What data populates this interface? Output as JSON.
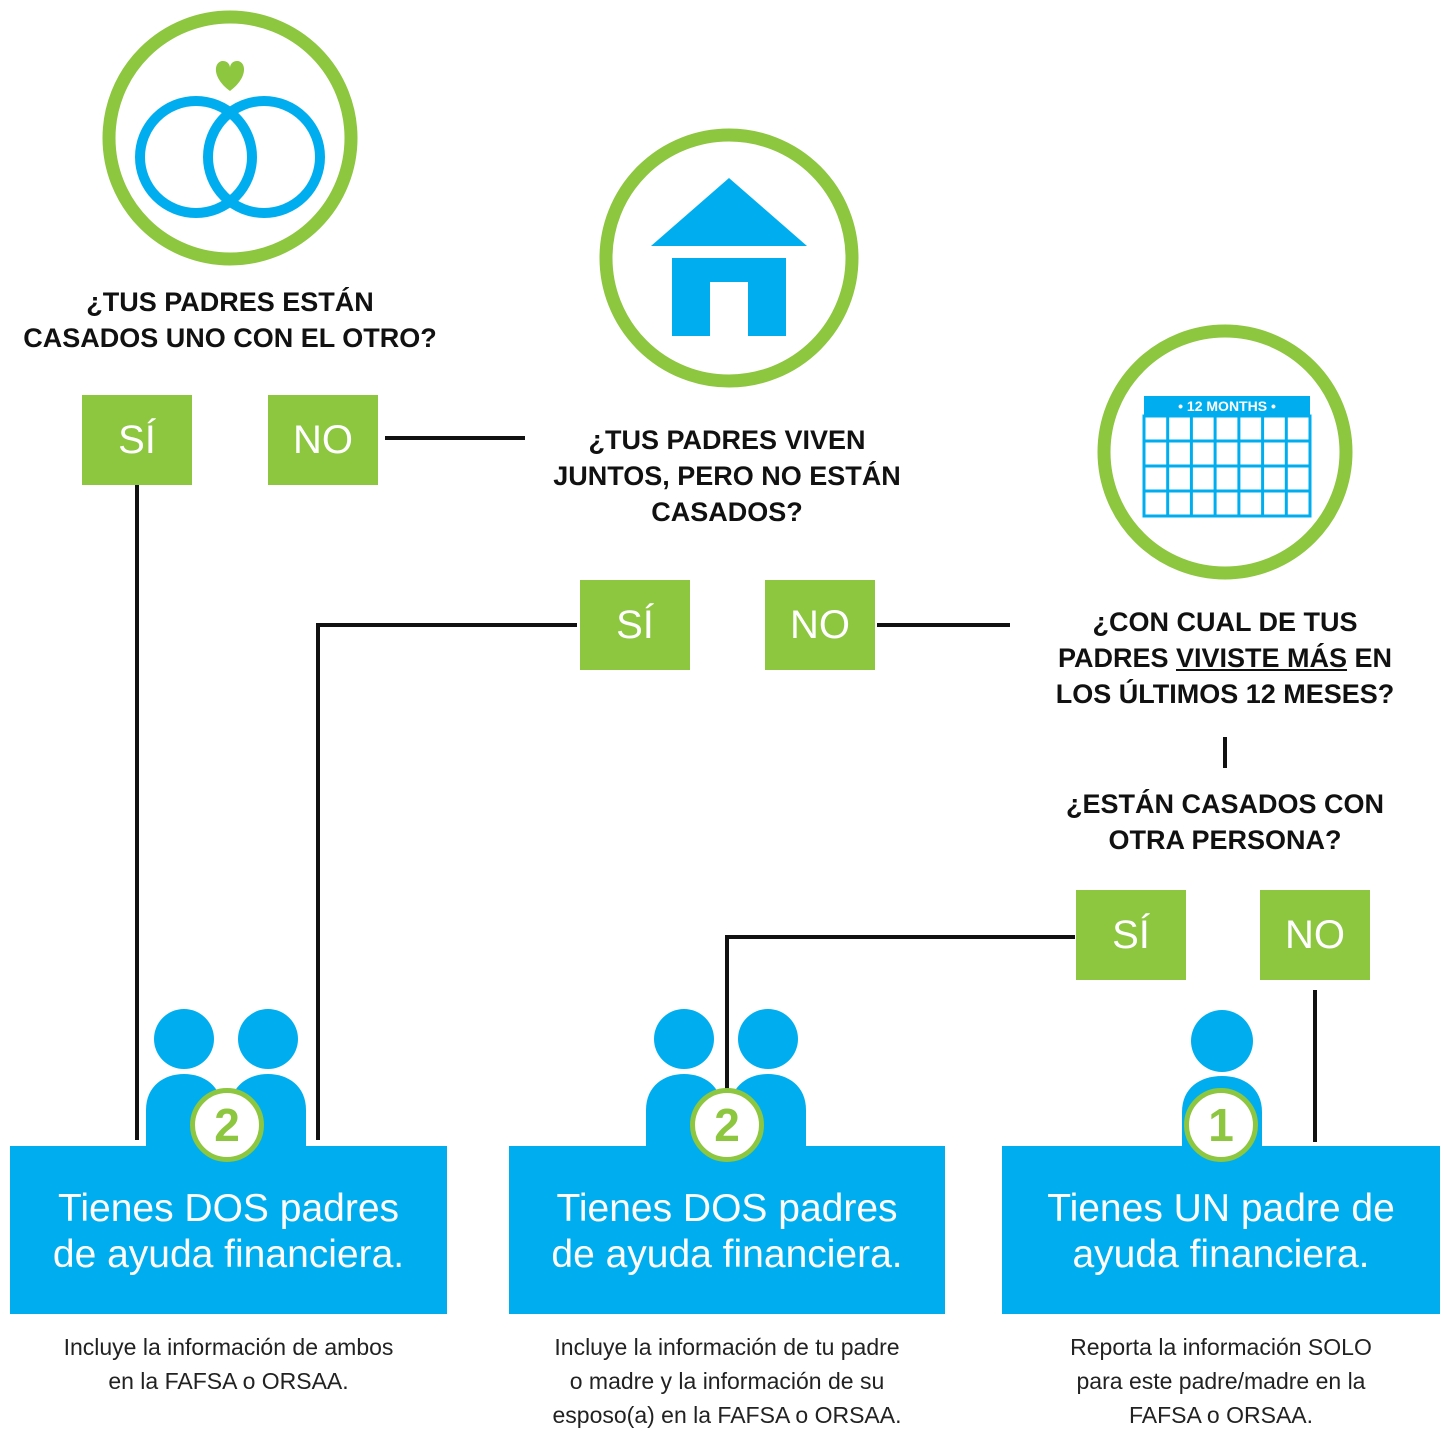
{
  "colors": {
    "green": "#8dc63f",
    "blue": "#00aeef",
    "text": "#111111",
    "white": "#ffffff"
  },
  "icons": [
    "wedding-rings-icon",
    "house-icon",
    "calendar-icon",
    "two-people-icon",
    "one-person-icon"
  ],
  "calendar_label": "• 12 MONTHS •",
  "q1": {
    "line1": "¿TUS PADRES ESTÁN",
    "line2": "CASADOS UNO CON EL OTRO?"
  },
  "q1_yes": "SÍ",
  "q1_no": "NO",
  "q2": {
    "line1": "¿TUS PADRES VIVEN",
    "line2": "JUNTOS, PERO NO ESTÁN",
    "line3": "CASADOS?"
  },
  "q2_yes": "SÍ",
  "q2_no": "NO",
  "q3": {
    "line1": "¿CON CUAL DE TUS",
    "line2_pre": "PADRES ",
    "line2_underline": "VIVISTE MÁS",
    "line2_post": " EN",
    "line3": "LOS ÚLTIMOS 12 MESES?"
  },
  "q4": {
    "line1": "¿ESTÁN CASADOS CON",
    "line2": "OTRA PERSONA?"
  },
  "q4_yes": "SÍ",
  "q4_no": "NO",
  "results": [
    {
      "badge": "2",
      "line1": "Tienes DOS padres",
      "line2": "de ayuda financiera.",
      "note": [
        "Incluye la información de ambos",
        "en la FAFSA o ORSAA."
      ]
    },
    {
      "badge": "2",
      "line1": "Tienes DOS padres",
      "line2": "de ayuda financiera.",
      "note": [
        "Incluye la información de tu padre",
        "o madre y la información de su",
        "esposo(a) en la FAFSA o ORSAA."
      ]
    },
    {
      "badge": "1",
      "line1": "Tienes UN padre de",
      "line2": "ayuda financiera.",
      "note": [
        "Reporta la información SOLO",
        "para este padre/madre en la",
        "FAFSA o ORSAA."
      ]
    }
  ]
}
